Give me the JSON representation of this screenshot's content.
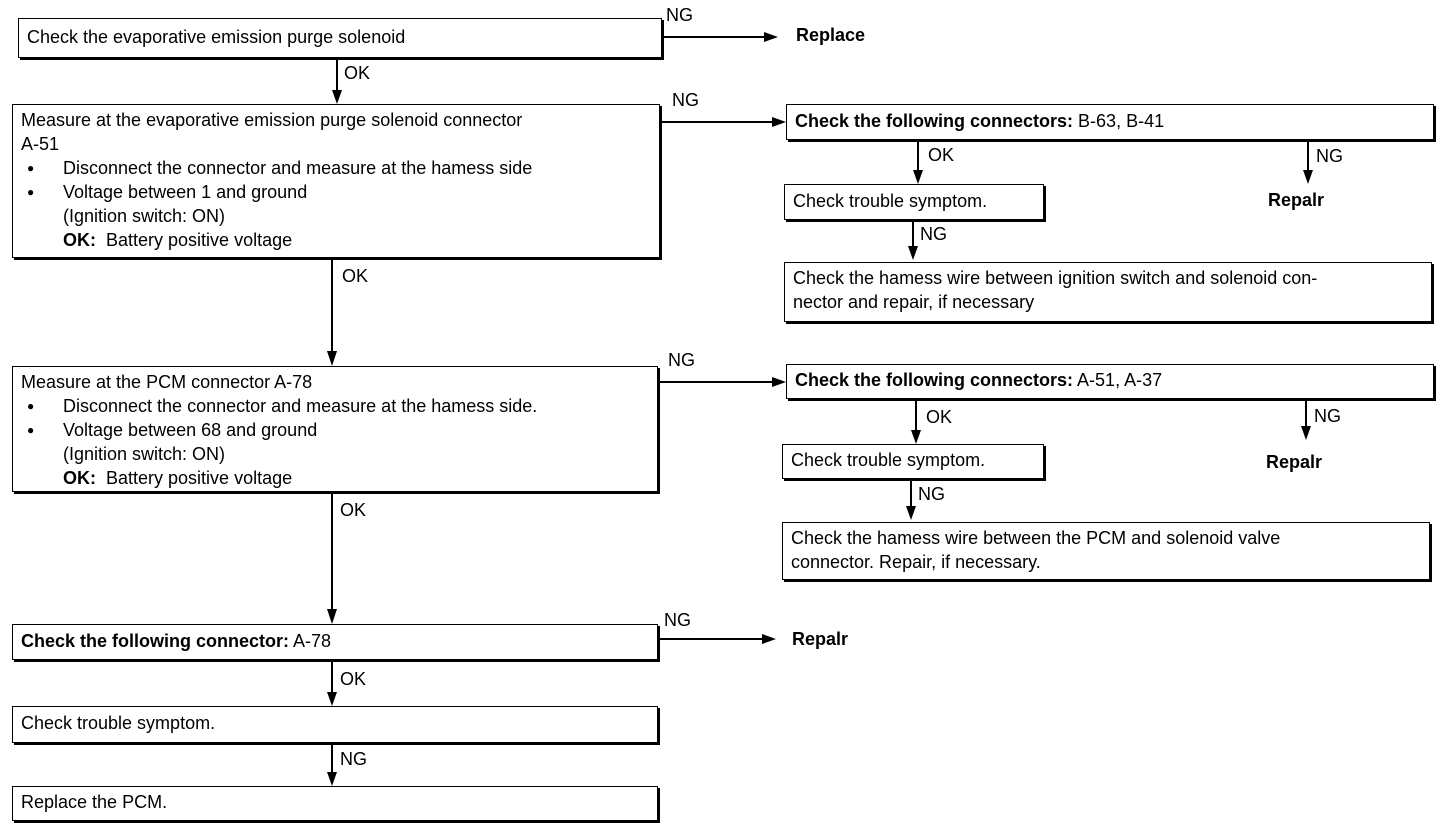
{
  "labels": {
    "ok": "OK",
    "ng": "NG"
  },
  "boxes": {
    "purge_solenoid": {
      "text": "Check the evaporative emission purge solenoid"
    },
    "measure_solenoid": {
      "line1": "Measure at the evaporative emission purge solenoid connector",
      "line2": "A-51",
      "bullet1": "Disconnect the connector and measure at the hamess side",
      "bullet2": "Voltage between 1 and ground",
      "indent": "(Ignition switch: ON)",
      "ok_label": "OK:",
      "ok_text": "Battery positive voltage"
    },
    "conn_b63": {
      "label": "Check the following connectors:",
      "value": "B-63, B-41"
    },
    "symptom_1": {
      "text": "Check trouble symptom."
    },
    "harness_1": {
      "line1": "Check the hamess wire between ignition switch and solenoid con-",
      "line2": "nector and repair, if necessary"
    },
    "measure_pcm": {
      "line1": "Measure at the PCM connector A-78",
      "bullet1": "Disconnect the connector and measure at the hamess side.",
      "bullet2": "Voltage between 68 and ground",
      "indent": "(Ignition switch: ON)",
      "ok_label": "OK:",
      "ok_text": "Battery positive voltage"
    },
    "conn_a51": {
      "label": "Check the following connectors:",
      "value": "A-51, A-37"
    },
    "symptom_2": {
      "text": "Check trouble symptom."
    },
    "harness_2": {
      "line1": "Check the hamess wire between the PCM and solenoid valve",
      "line2": "connector. Repair, if necessary."
    },
    "conn_a78": {
      "label": "Check the following connector:",
      "value": "A-78"
    },
    "symptom_3": {
      "text": "Check trouble symptom."
    },
    "replace_pcm": {
      "text": "Replace the PCM."
    }
  },
  "actions": {
    "replace": "Replace",
    "repair_1": "Repalr",
    "repair_2": "Repalr",
    "repair_3": "Repalr"
  }
}
